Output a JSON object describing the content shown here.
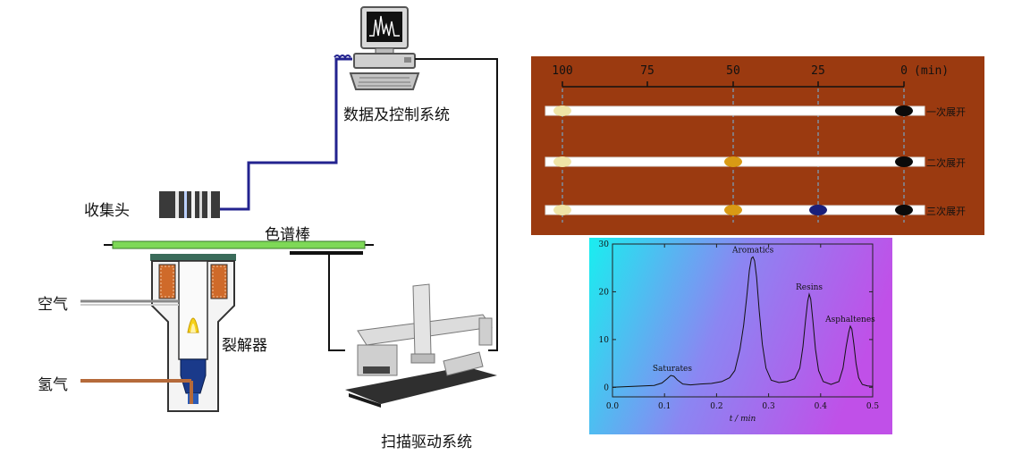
{
  "labels": {
    "data_system": "数据及控制系统",
    "collector": "收集头",
    "rod": "色谱棒",
    "air": "空气",
    "pyrolyzer": "裂解器",
    "hydrogen": "氢气",
    "scanner": "扫描驱动系统"
  },
  "tlc_panel": {
    "ticks": [
      "100",
      "75",
      "50",
      "25",
      "0"
    ],
    "unit": "(min)",
    "rows": [
      "一次展开",
      "二次展开",
      "三次展开"
    ],
    "colors": {
      "background": "#9b3a10",
      "rod": "#ffffff",
      "spot_pale": "#efe4a6",
      "spot_amber": "#d99a14",
      "spot_navy": "#1a1f7a",
      "spot_black": "#0a0a0a"
    }
  },
  "chart_data": {
    "type": "line",
    "xlabel": "t / min",
    "ylabel": "",
    "xlim": [
      0.0,
      0.5
    ],
    "ylim": [
      -2,
      30
    ],
    "x_ticks": [
      "0.0",
      "0.1",
      "0.2",
      "0.3",
      "0.4",
      "0.5"
    ],
    "y_ticks": [
      "0",
      "10",
      "20",
      "30"
    ],
    "annotations": [
      {
        "text": "Saturates",
        "x": 0.115,
        "y": 2.5
      },
      {
        "text": "Aromatics",
        "x": 0.27,
        "y": 27.3
      },
      {
        "text": "Resins",
        "x": 0.378,
        "y": 19.5
      },
      {
        "text": "Asphaltenes",
        "x": 0.457,
        "y": 12.8
      }
    ],
    "series": [
      {
        "x": [
          0.0,
          0.02,
          0.04,
          0.06,
          0.08,
          0.095,
          0.105,
          0.112,
          0.118,
          0.125,
          0.135,
          0.15,
          0.17,
          0.19,
          0.21,
          0.225,
          0.235,
          0.245,
          0.252,
          0.258,
          0.263,
          0.267,
          0.27,
          0.273,
          0.277,
          0.282,
          0.288,
          0.295,
          0.305,
          0.32,
          0.335,
          0.35,
          0.36,
          0.366,
          0.371,
          0.375,
          0.378,
          0.381,
          0.385,
          0.39,
          0.396,
          0.405,
          0.42,
          0.435,
          0.443,
          0.449,
          0.454,
          0.457,
          0.46,
          0.464,
          0.468,
          0.473,
          0.48,
          0.49,
          0.5
        ],
        "y": [
          0.0,
          0.1,
          0.2,
          0.3,
          0.4,
          0.9,
          1.8,
          2.5,
          2.3,
          1.5,
          0.7,
          0.5,
          0.7,
          0.8,
          1.2,
          2.0,
          3.5,
          8.0,
          13.0,
          19.0,
          24.5,
          27.0,
          27.3,
          26.5,
          23.0,
          16.0,
          9.0,
          4.0,
          1.5,
          1.0,
          1.2,
          1.8,
          4.0,
          8.5,
          14.0,
          18.0,
          19.5,
          18.5,
          14.0,
          8.0,
          3.5,
          1.2,
          0.6,
          1.2,
          4.0,
          8.5,
          11.5,
          12.8,
          12.2,
          9.0,
          5.0,
          2.0,
          0.6,
          0.3,
          0.2
        ]
      }
    ]
  }
}
